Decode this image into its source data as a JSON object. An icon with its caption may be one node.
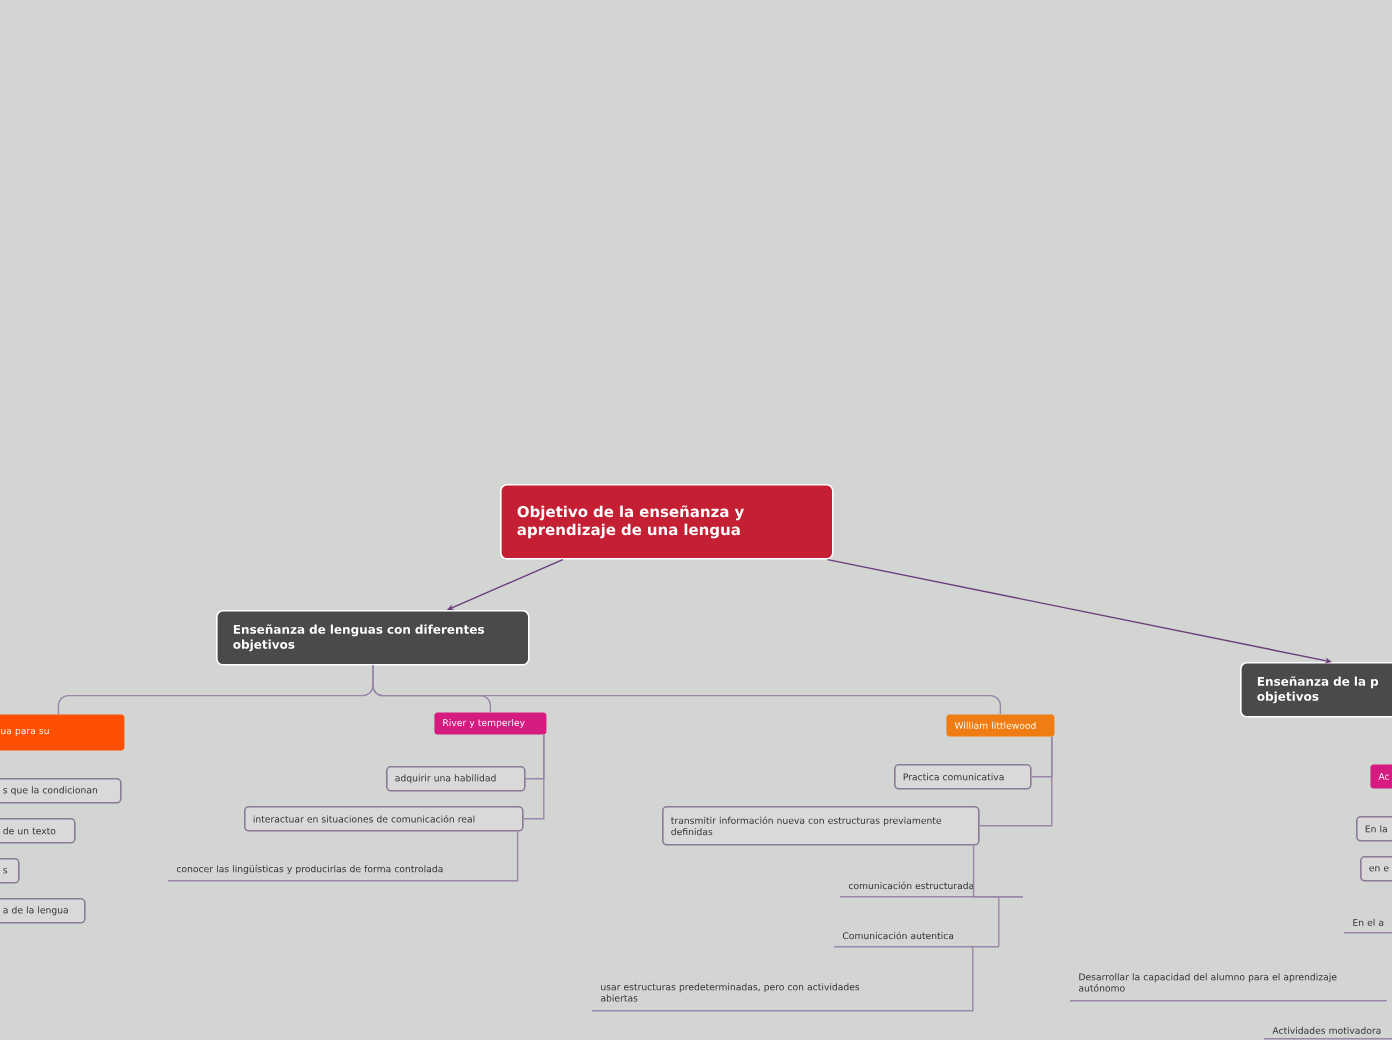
{
  "diagram": {
    "nodes": [
      {
        "text": [
          "Objetivo de la enseñanza y aprendizaje de una lengua"
        ]
      },
      {
        "text": [
          "Enseñanza de lenguas con diferentes objetivos"
        ]
      },
      {
        "text": [
          "Enseñanza de la p objetivos"
        ]
      },
      {
        "text": [
          "ua para su"
        ]
      },
      {
        "text": [
          "River y temperley"
        ]
      },
      {
        "text": [
          "William littlewood"
        ]
      },
      {
        "text": [
          "s que la condicionan"
        ]
      },
      {
        "text": [
          "de un texto"
        ]
      },
      {
        "text": [
          "s"
        ]
      },
      {
        "text": [
          "a de la lengua"
        ]
      },
      {
        "text": [
          "adquirir una habilidad"
        ]
      },
      {
        "text": [
          "interactuar en situaciones de comunicación real"
        ]
      },
      {
        "text": [
          "conocer las lingüísticas y producirlas de forma controlada"
        ]
      },
      {
        "text": [
          "Practica comunicativa"
        ]
      },
      {
        "text": [
          "transmitir información nueva con estructuras previamente definidas"
        ]
      },
      {
        "text": [
          "comunicación estructurada"
        ]
      },
      {
        "text": [
          "Comunicación autentica"
        ]
      },
      {
        "text": [
          "usar estructuras predeterminadas, pero con actividades abiertas"
        ]
      },
      {
        "text": [
          "Ac"
        ]
      },
      {
        "text": [
          "En la"
        ]
      },
      {
        "text": [
          "en e"
        ]
      },
      {
        "text": [
          "En el a"
        ]
      },
      {
        "text": [
          "Desarrollar la capacidad del alumno para el aprendizaje autónomo"
        ]
      },
      {
        "text": [
          "Actividades motivadora"
        ]
      }
    ],
    "edges": [
      {
        "from": 0,
        "to": 1,
        "arrow": "to",
        "color": "#6a3d7c"
      },
      {
        "from": 0,
        "to": 2,
        "arrow": "to",
        "color": "#6a3d7c"
      },
      {
        "from": 1,
        "to": 3,
        "arrow": "none"
      },
      {
        "from": 1,
        "to": 4,
        "arrow": "none"
      },
      {
        "from": 1,
        "to": 5,
        "arrow": "none"
      },
      {
        "from": 4,
        "to": 10,
        "arrow": "none"
      },
      {
        "from": 4,
        "to": 11,
        "arrow": "none"
      },
      {
        "from": 11,
        "to": 12,
        "arrow": "none"
      },
      {
        "from": 5,
        "to": 13,
        "arrow": "none"
      },
      {
        "from": 5,
        "to": 14,
        "arrow": "none"
      },
      {
        "from": 14,
        "to": 15,
        "arrow": "none"
      },
      {
        "from": 15,
        "to": 16,
        "arrow": "none"
      },
      {
        "from": 16,
        "to": 17,
        "arrow": "none"
      }
    ]
  }
}
